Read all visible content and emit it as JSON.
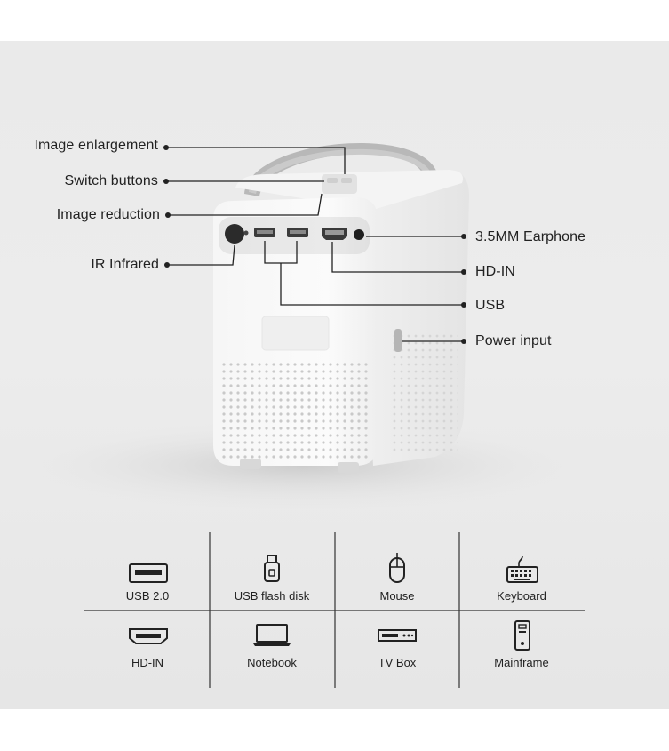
{
  "callouts": {
    "image_enlargement": "Image enlargement",
    "switch_buttons": "Switch buttons",
    "image_reduction": "Image reduction",
    "ir_infrared": "IR Infrared",
    "earphone": "3.5MM Earphone",
    "hd_in": "HD-IN",
    "usb": "USB",
    "power_input": "Power input"
  },
  "devices": [
    {
      "label": "USB 2.0",
      "icon": "usb-port-icon"
    },
    {
      "label": "USB flash disk",
      "icon": "flash-drive-icon"
    },
    {
      "label": "Mouse",
      "icon": "mouse-icon"
    },
    {
      "label": "Keyboard",
      "icon": "keyboard-icon"
    },
    {
      "label": "HD-IN",
      "icon": "hdmi-port-icon"
    },
    {
      "label": "Notebook",
      "icon": "laptop-icon"
    },
    {
      "label": "TV Box",
      "icon": "tv-box-icon"
    },
    {
      "label": "Mainframe",
      "icon": "pc-tower-icon"
    }
  ]
}
